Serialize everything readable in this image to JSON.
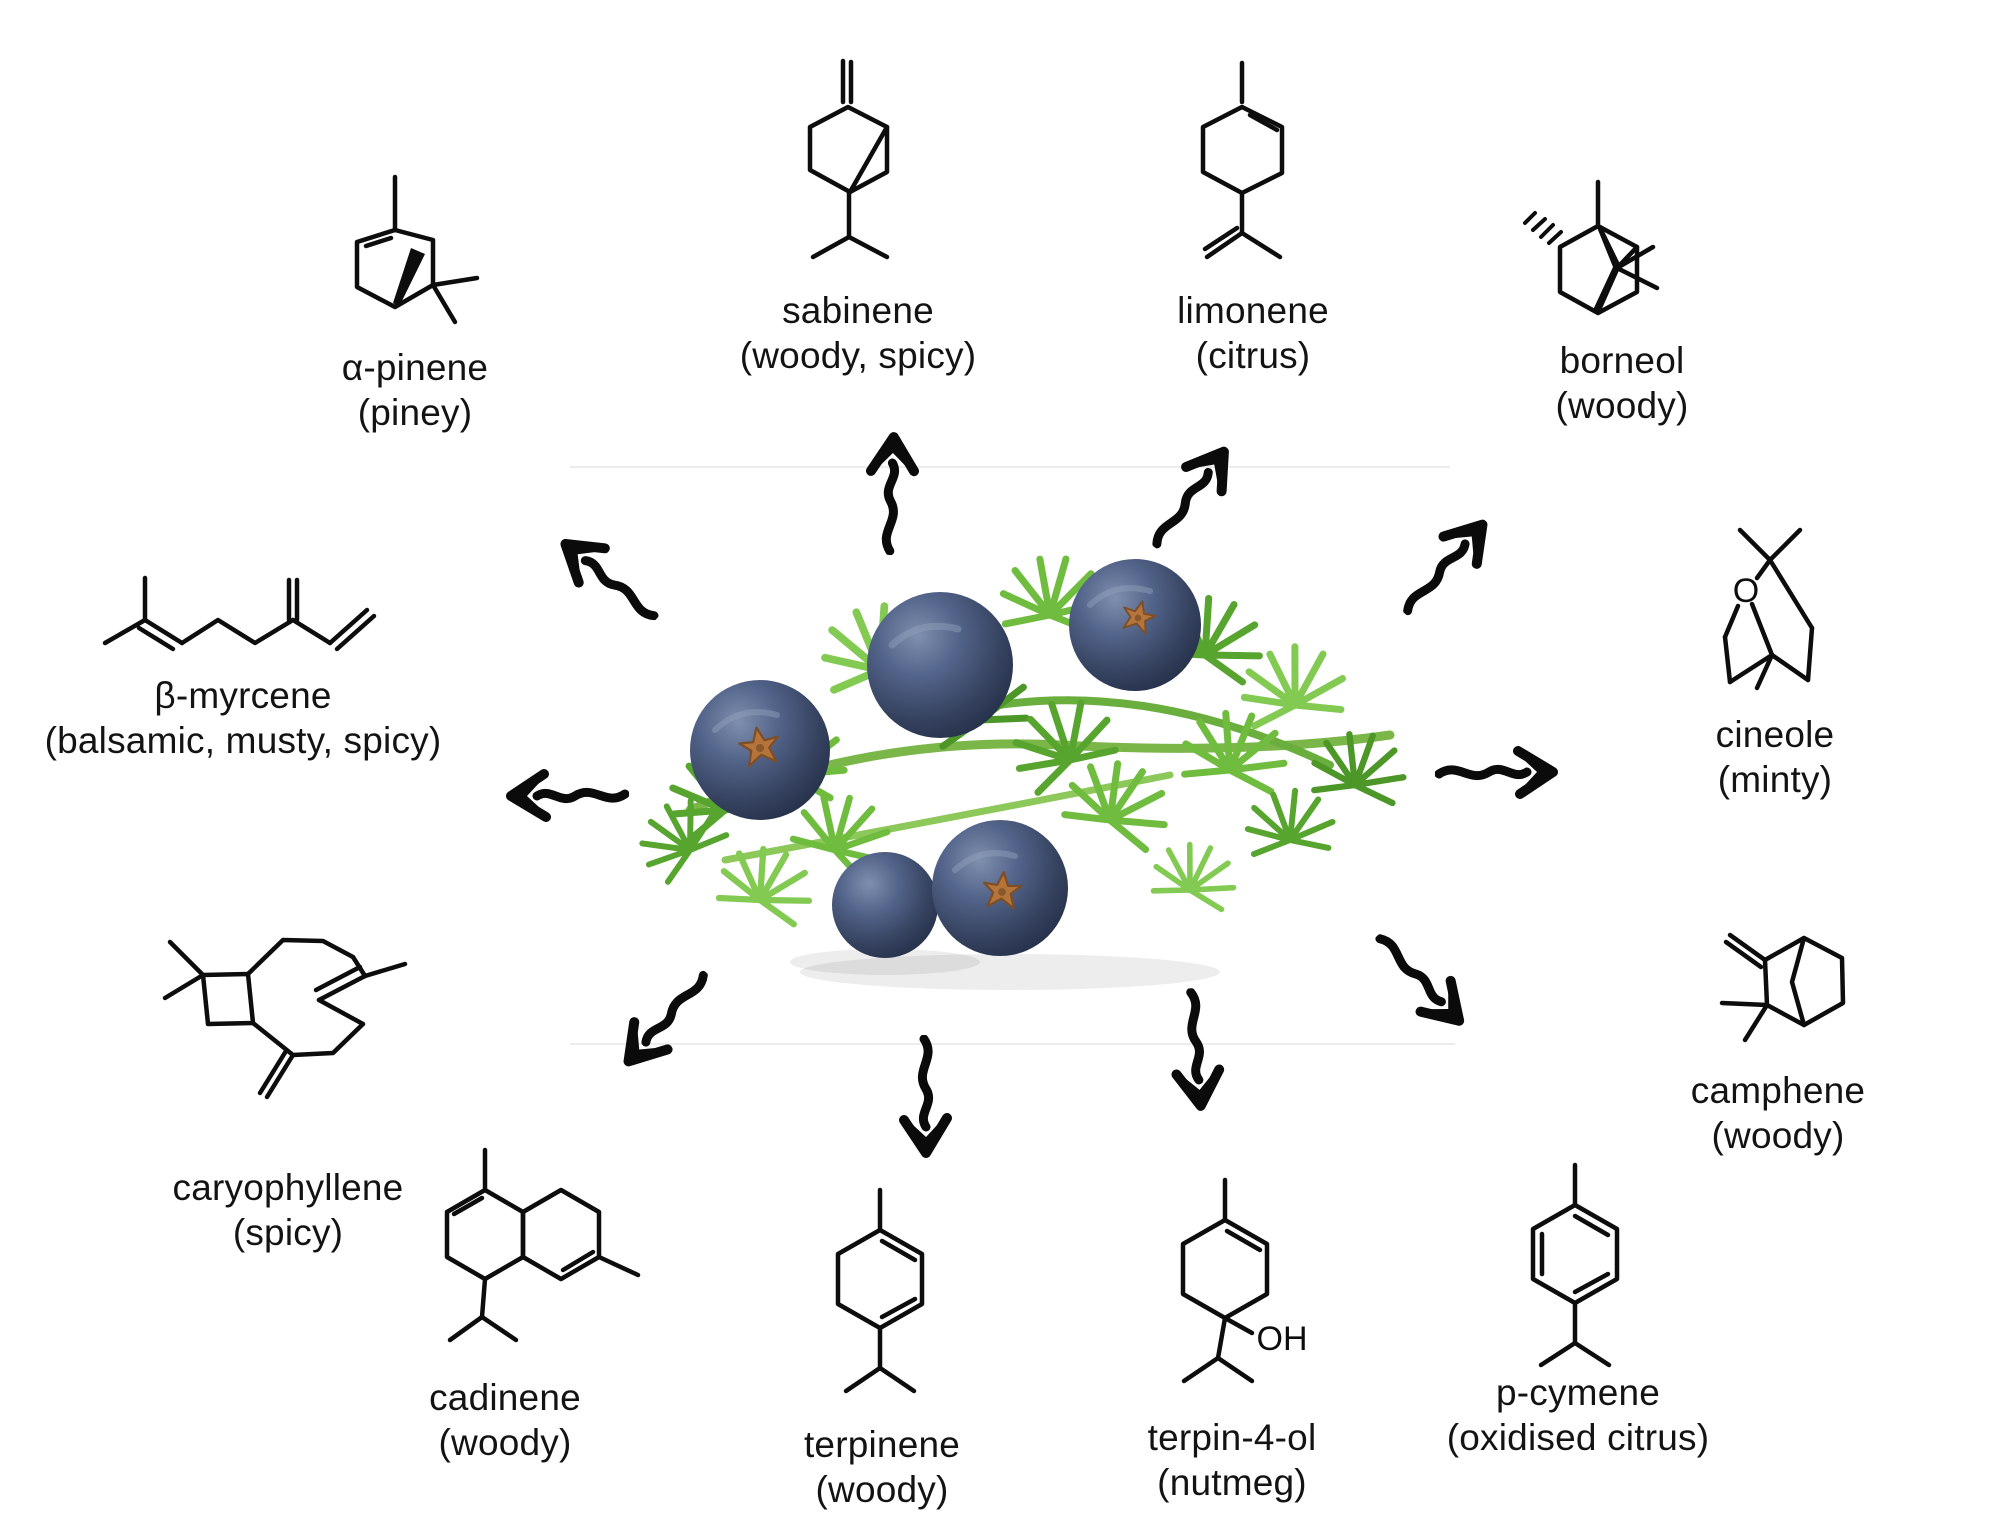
{
  "compounds": [
    {
      "id": "alpha-pinene",
      "name": "α-pinene",
      "descriptor": "(piney)"
    },
    {
      "id": "sabinene",
      "name": "sabinene",
      "descriptor": "(woody, spicy)"
    },
    {
      "id": "limonene",
      "name": "limonene",
      "descriptor": "(citrus)"
    },
    {
      "id": "borneol",
      "name": "borneol",
      "descriptor": "(woody)"
    },
    {
      "id": "cineole",
      "name": "cineole",
      "descriptor": "(minty)",
      "atom_label": "O"
    },
    {
      "id": "camphene",
      "name": "camphene",
      "descriptor": "(woody)"
    },
    {
      "id": "p-cymene",
      "name": "p-cymene",
      "descriptor": "(oxidised citrus)"
    },
    {
      "id": "terpin-4-ol",
      "name": "terpin-4-ol",
      "descriptor": "(nutmeg)",
      "atom_label": "OH"
    },
    {
      "id": "terpinene",
      "name": "terpinene",
      "descriptor": "(woody)"
    },
    {
      "id": "cadinene",
      "name": "cadinene",
      "descriptor": "(woody)"
    },
    {
      "id": "caryophyllene",
      "name": "caryophyllene",
      "descriptor": "(spicy)"
    },
    {
      "id": "beta-myrcene",
      "name": "β-myrcene",
      "descriptor": "(balsamic, musty, spicy)"
    }
  ],
  "center_image": {
    "name": "juniper-berries-photo",
    "description": "sprig of juniper with five blue berries"
  },
  "arrows": [
    {
      "icon": "brush-arrow",
      "to": "alpha-pinene"
    },
    {
      "icon": "brush-arrow",
      "to": "sabinene"
    },
    {
      "icon": "brush-arrow",
      "to": "limonene"
    },
    {
      "icon": "brush-arrow",
      "to": "borneol"
    },
    {
      "icon": "brush-arrow",
      "to": "cineole"
    },
    {
      "icon": "brush-arrow",
      "to": "camphene"
    },
    {
      "icon": "brush-arrow",
      "to": "terpin-4-ol"
    },
    {
      "icon": "brush-arrow",
      "to": "terpinene"
    },
    {
      "icon": "brush-arrow",
      "to": "cadinene"
    },
    {
      "icon": "brush-arrow",
      "to": "beta-myrcene"
    }
  ],
  "colors": {
    "background": "#ffffff",
    "ink": "#131313",
    "structure_stroke": "#0d0d0d",
    "arrow_ink": "#0b0b0b",
    "faint_line": "#ececec",
    "leaf_green": "#6fbc3f",
    "berry_blue": "#3c4b6e",
    "crown_brown": "#b5743a"
  }
}
